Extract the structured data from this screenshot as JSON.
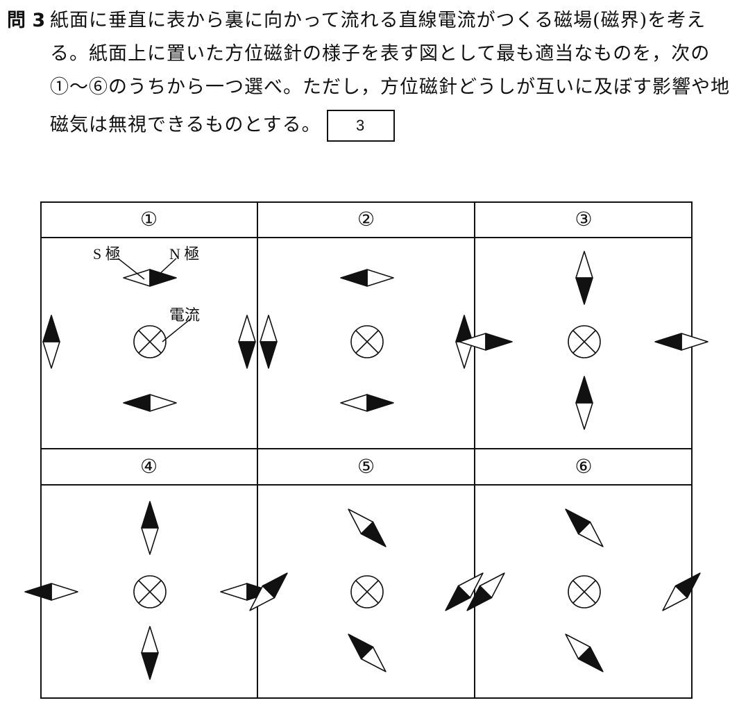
{
  "question": {
    "number": "問 3",
    "lines": [
      "紙面に垂直に表から裏に向かって流れる直線電流がつくる磁場(磁界)を考え",
      "る。紙面上に置いた方位磁針の様子を表す図として最も適当なものを，次の",
      "①～⑥のうちから一つ選べ。ただし，方位磁針どうしが互いに及ぼす影響や地",
      "磁気は無視できるものとする。"
    ],
    "answer_box": "3"
  },
  "figure": {
    "headers": [
      "①",
      "②",
      "③",
      "④",
      "⑤",
      "⑥"
    ],
    "labels": {
      "s_pole": "S 極",
      "n_pole": "N 極",
      "current": "電流"
    },
    "panels": [
      {
        "top": "right",
        "bottom": "left",
        "left": "up",
        "right": "down"
      },
      {
        "top": "left",
        "bottom": "right",
        "left": "down",
        "right": "up"
      },
      {
        "top": "down",
        "bottom": "up",
        "left": "right",
        "right": "left"
      },
      {
        "top": "up",
        "bottom": "down",
        "left": "left",
        "right": "right"
      },
      {
        "top": "down-right",
        "bottom": "up-left",
        "left": "up-right",
        "right": "down-left"
      },
      {
        "top": "up-left",
        "bottom": "down-right",
        "left": "down-left",
        "right": "up-right"
      }
    ],
    "colors": {
      "line": "#111111",
      "fill_n": "#111111",
      "fill_s": "#ffffff"
    }
  }
}
